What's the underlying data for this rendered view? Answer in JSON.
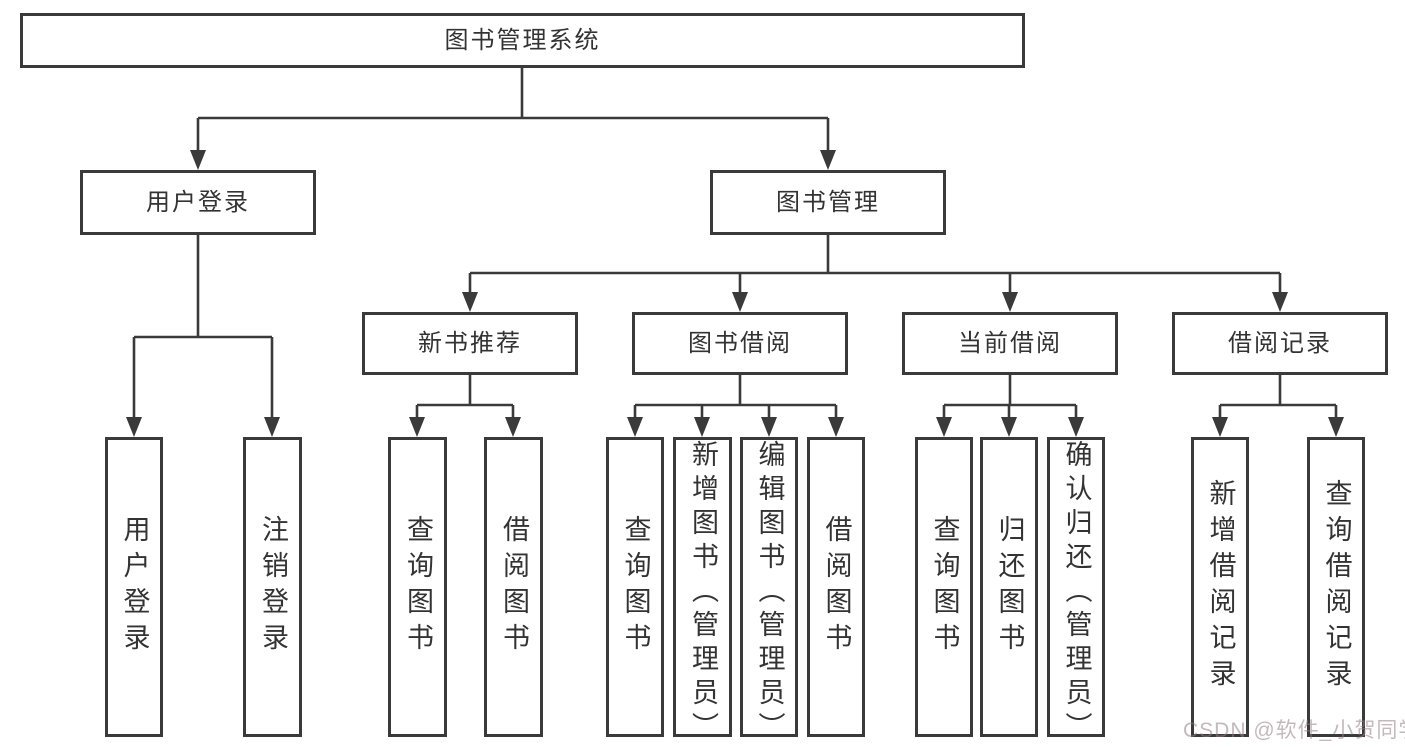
{
  "diagram_title": "图书管理系统",
  "watermark": "CSDN @软件_小贺同学",
  "colors": {
    "line": "#3a3a3a",
    "text": "#333333",
    "background": "#ffffff",
    "watermark": "rgba(150,125,135,0.55)"
  },
  "tree": {
    "label": "图书管理系统",
    "children": [
      {
        "label": "用户登录",
        "children": [
          {
            "label": "用户登录"
          },
          {
            "label": "注销登录"
          }
        ]
      },
      {
        "label": "图书管理",
        "children": [
          {
            "label": "新书推荐",
            "children": [
              {
                "label": "查询图书"
              },
              {
                "label": "借阅图书"
              }
            ]
          },
          {
            "label": "图书借阅",
            "children": [
              {
                "label": "查询图书"
              },
              {
                "label": "新增图书（管理员）"
              },
              {
                "label": "编辑图书（管理员）"
              },
              {
                "label": "借阅图书"
              }
            ]
          },
          {
            "label": "当前借阅",
            "children": [
              {
                "label": "查询图书"
              },
              {
                "label": "归还图书"
              },
              {
                "label": "确认归还（管理员）"
              }
            ]
          },
          {
            "label": "借阅记录",
            "children": [
              {
                "label": "新增借阅记录"
              },
              {
                "label": "查询借阅记录"
              }
            ]
          }
        ]
      }
    ]
  }
}
